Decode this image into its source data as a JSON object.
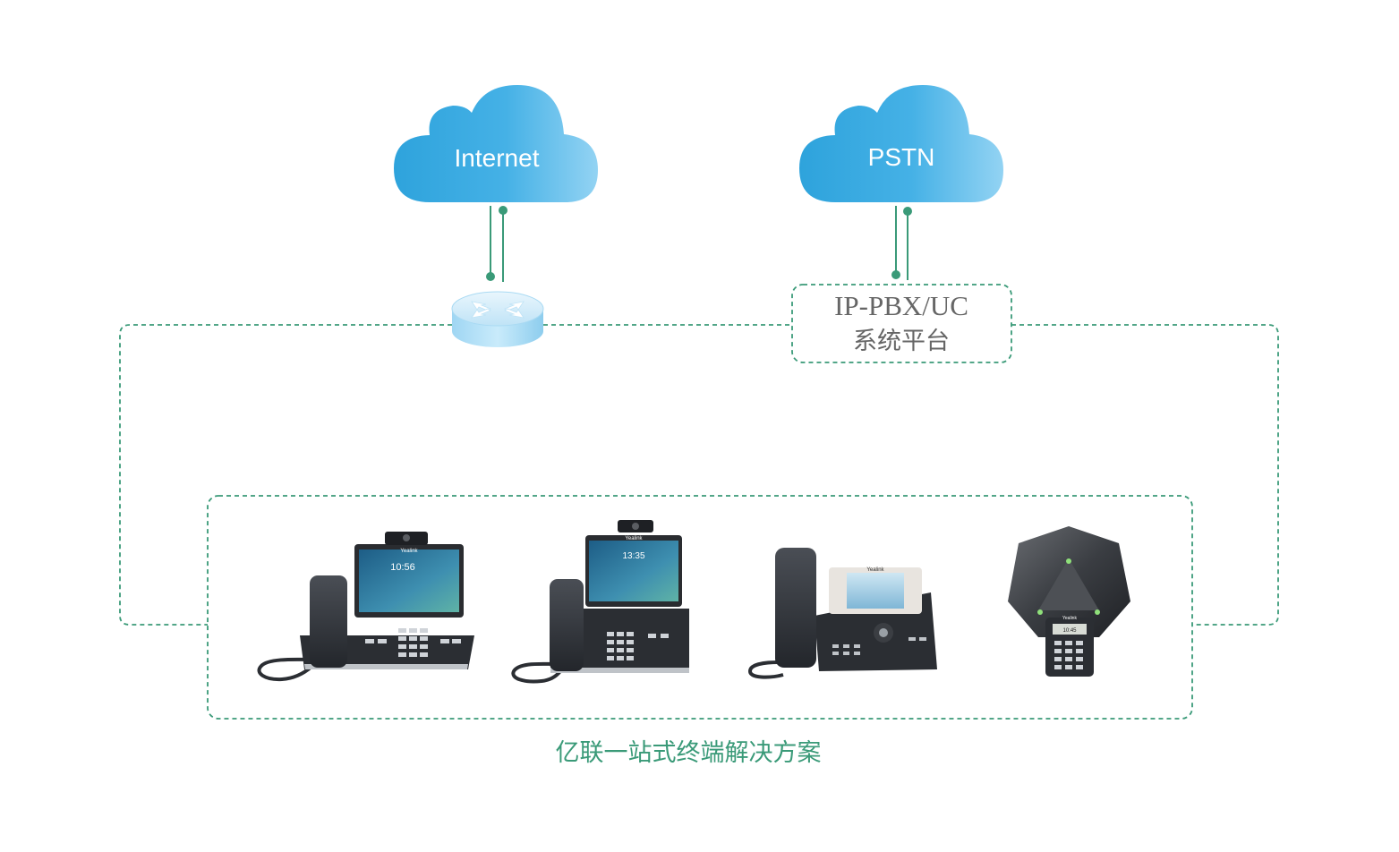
{
  "clouds": {
    "internet": "Internet",
    "pstn": "PSTN"
  },
  "pbx": {
    "line1": "IP-PBX/UC",
    "line2": "系统平台"
  },
  "devices": {
    "phone1_brand": "Yealink",
    "phone1_time": "10:56",
    "phone2_brand": "Yealink",
    "phone2_time": "13:35",
    "phone3_brand": "Yealink",
    "conference_brand": "Yealink",
    "conference_time": "10:45"
  },
  "caption": "亿联一站式终端解决方案",
  "colors": {
    "line": "#3a9a78",
    "cloud_left": "#2ea3dc",
    "cloud_right": "#8fd1f2",
    "caption": "#3a9a78",
    "pbx_text": "#666666"
  }
}
